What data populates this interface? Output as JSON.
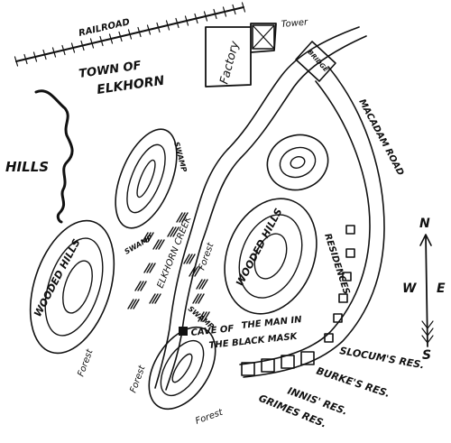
{
  "labels": {
    "railroad": "RAILROAD",
    "tower": "Tower",
    "town": "TOWN OF",
    "town_name": "ELKHORN",
    "factory": "Factory",
    "bridge": "BRIDGE",
    "macadam_road": "MACADAM ROAD",
    "hills": "HILLS",
    "wooded_hills_left": "WOODED HILLS",
    "wooded_hills_right": "WOODED HILLS",
    "swamp_1": "SWAMP",
    "swamp_2": "SWAMP",
    "swamp_3": "SWAMP",
    "elkhorn_creek": "ELKHORN CREEK",
    "residences": "RESIDENCES",
    "cave_line1": "CAVE OF",
    "cave_line2": "THE MAN IN",
    "cave_line3": "THE BLACK MASK",
    "forest_1": "Forest",
    "forest_2": "Forest",
    "forest_3": "Forest",
    "forest_4": "Forest",
    "slocum": "SLOCUM'S RES.",
    "burke": "BURKE'S RES.",
    "innis": "INNIS' RES.",
    "grimes": "GRIMES RES."
  },
  "compass": {
    "north": "N",
    "south": "S",
    "east": "E",
    "west": "W"
  }
}
